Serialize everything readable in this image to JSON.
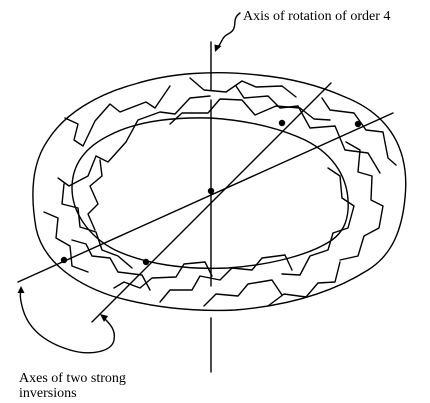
{
  "labels": {
    "axis_of_rotation": "Axis of rotation of order 4",
    "axes_inversions_line1": "Axes of two strong",
    "axes_inversions_line2": "inversions"
  },
  "colors": {
    "ink": "#000000",
    "background": "#ffffff"
  }
}
